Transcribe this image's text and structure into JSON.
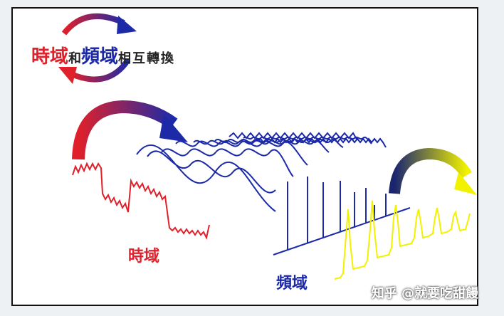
{
  "title": {
    "time_domain": "時域",
    "and": "和",
    "freq_domain": "頻域",
    "rest": "相互轉換"
  },
  "labels": {
    "time_domain": "時域",
    "freq_domain": "頻域"
  },
  "watermark": "知乎 @就要吃甜饅",
  "colors": {
    "time": "#e0202a",
    "freq": "#1c2aa8",
    "spectrum": "#f2f200",
    "background": "#ffffff",
    "page": "#eef1f3"
  },
  "icons": [
    "cycle-arrows-icon",
    "arrow-time-to-waves-icon",
    "arrow-spectrum-icon"
  ]
}
